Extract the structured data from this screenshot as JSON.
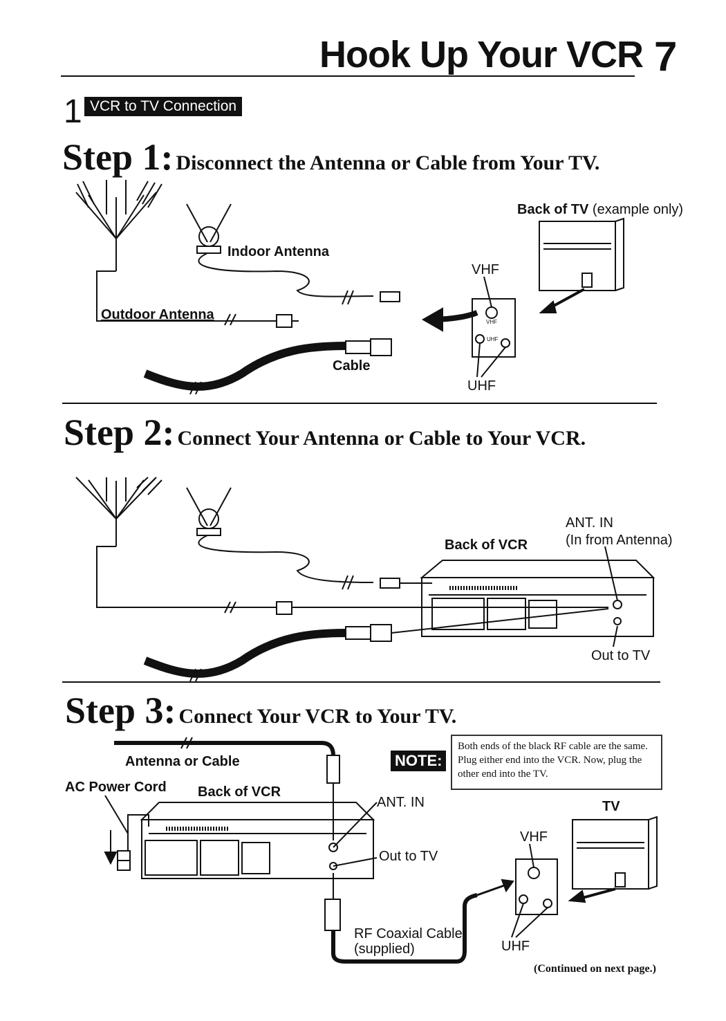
{
  "header": {
    "title": "Hook Up Your VCR",
    "page_number": "7"
  },
  "section": {
    "number": "1",
    "badge": "VCR to TV Connection"
  },
  "step1": {
    "label": "Step 1:",
    "title": "Disconnect the Antenna or Cable from Your TV.",
    "labels": {
      "indoor_antenna": "Indoor Antenna",
      "outdoor_antenna": "Outdoor Antenna",
      "cable": "Cable",
      "back_of_tv": "Back of TV",
      "example_only": "(example only)",
      "vhf": "VHF",
      "uhf": "UHF",
      "panel_vhf": "VHF",
      "panel_uhf": "UHF"
    }
  },
  "step2": {
    "label": "Step 2:",
    "title": "Connect Your Antenna or Cable to Your VCR.",
    "labels": {
      "ant_in": "ANT. IN",
      "in_from_antenna": "(In from Antenna)",
      "back_of_vcr": "Back of VCR",
      "out_to_tv": "Out to TV"
    }
  },
  "step3": {
    "label": "Step 3:",
    "title": "Connect Your VCR to Your TV.",
    "labels": {
      "antenna_or_cable": "Antenna or Cable",
      "ac_power_cord": "AC Power Cord",
      "back_of_vcr": "Back of VCR",
      "ant_in": "ANT. IN",
      "out_to_tv": "Out to TV",
      "tv": "TV",
      "vhf": "VHF",
      "uhf": "UHF",
      "rf_coaxial_cable": "RF Coaxial Cable",
      "supplied": "(supplied)"
    },
    "note": {
      "badge": "NOTE:",
      "text": "Both ends of the black RF cable are the same. Plug either end into the VCR. Now, plug the other end into the TV."
    }
  },
  "footer": {
    "continued": "(Continued on next page.)"
  }
}
